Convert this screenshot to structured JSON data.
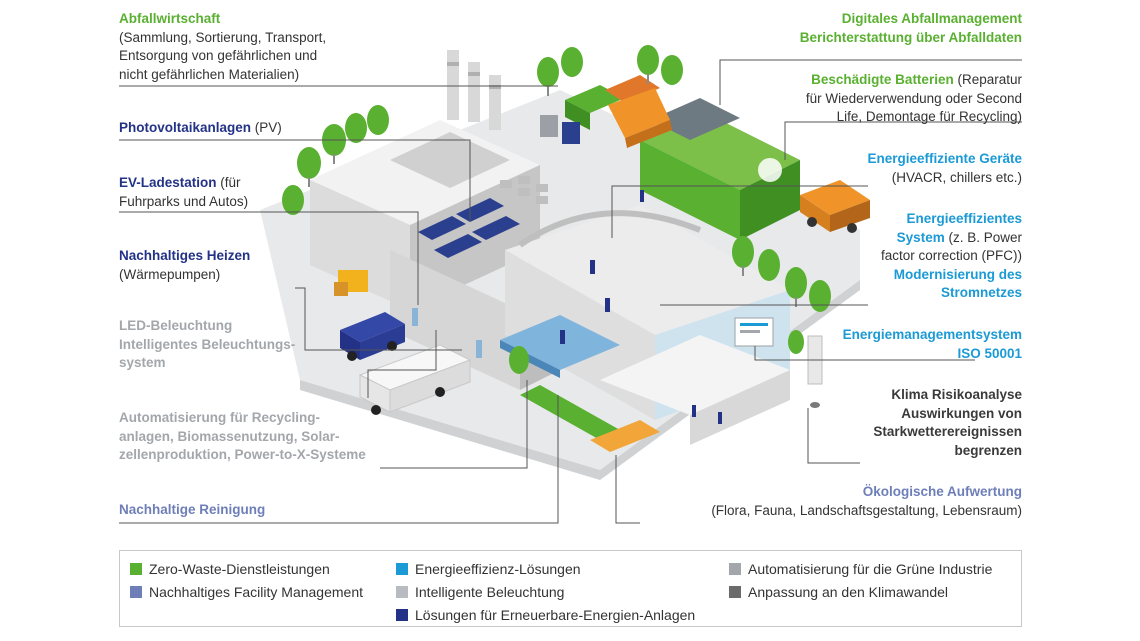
{
  "labels": {
    "abfall": {
      "title": "Abfallwirtschaft",
      "desc": [
        "(Sammlung, Sortierung, Transport,",
        "Entsorgung von gefährlichen und",
        "nicht gefährlichen Materialien)"
      ]
    },
    "pv": {
      "title": "Photovoltaikanlagen",
      "desc": "(PV)"
    },
    "ev": {
      "title": "EV-Ladestation",
      "desc1": "(für",
      "desc2": "Fuhrparks und Autos)"
    },
    "heizen": {
      "title": "Nachhaltiges Heizen",
      "desc": "(Wärmepumpen)"
    },
    "led": {
      "lines": [
        "LED-Beleuchtung",
        "Intelligentes Beleuchtungs-",
        "system"
      ]
    },
    "auto": {
      "lines": [
        "Automatisierung für Recycling-",
        "anlagen, Biomassenutzung, Solar-",
        "zellenproduktion, Power-to-X-Systeme"
      ]
    },
    "reinigung": {
      "title": "Nachhaltige Reinigung"
    },
    "digital": {
      "lines": [
        "Digitales Abfallmanagement",
        "Berichterstattung über Abfalldaten"
      ]
    },
    "batterien": {
      "title": "Beschädigte Batterien",
      "desc": [
        "(Reparatur",
        "für Wiederverwendung oder Second",
        "Life, Demontage für Recycling)"
      ]
    },
    "geraete": {
      "title": "Energieeffiziente Geräte",
      "desc": "(HVACR, chillers etc.)"
    },
    "system": {
      "title1": "Energieeffizientes",
      "title2": "System",
      "desc": [
        "(z. B. Power",
        "factor correction (PFC))"
      ]
    },
    "netz": {
      "lines": [
        "Modernisierung des",
        "Stromnetzes"
      ]
    },
    "ems": {
      "lines": [
        "Energiemanagementsystem",
        "ISO 50001"
      ]
    },
    "klima": {
      "lines": [
        "Klima Risikoanalyse",
        "Auswirkungen von",
        "Starkwetterereignissen",
        "begrenzen"
      ]
    },
    "oeko": {
      "title": "Ökologische Aufwertung",
      "desc": "(Flora, Fauna, Landschaftsgestaltung, Lebensraum)"
    }
  },
  "legend": [
    {
      "label": "Zero-Waste-Dienstleistungen",
      "color": "#5ab031"
    },
    {
      "label": "Nachhaltiges Facility Management",
      "color": "#6e7fb8"
    },
    {
      "label": "Energieeffizienz-Lösungen",
      "color": "#1b9ad6"
    },
    {
      "label": "Intelligente Beleuchtung",
      "color": "#b8bcc0"
    },
    {
      "label": "Lösungen für Erneuerbare-Energien-Anlagen",
      "color": "#233287"
    },
    {
      "label": "Automatisierung für die Grüne Industrie",
      "color": "#a3a7ab"
    },
    {
      "label": "Anpassung an den Klimawandel",
      "color": "#6b6b6b"
    }
  ]
}
